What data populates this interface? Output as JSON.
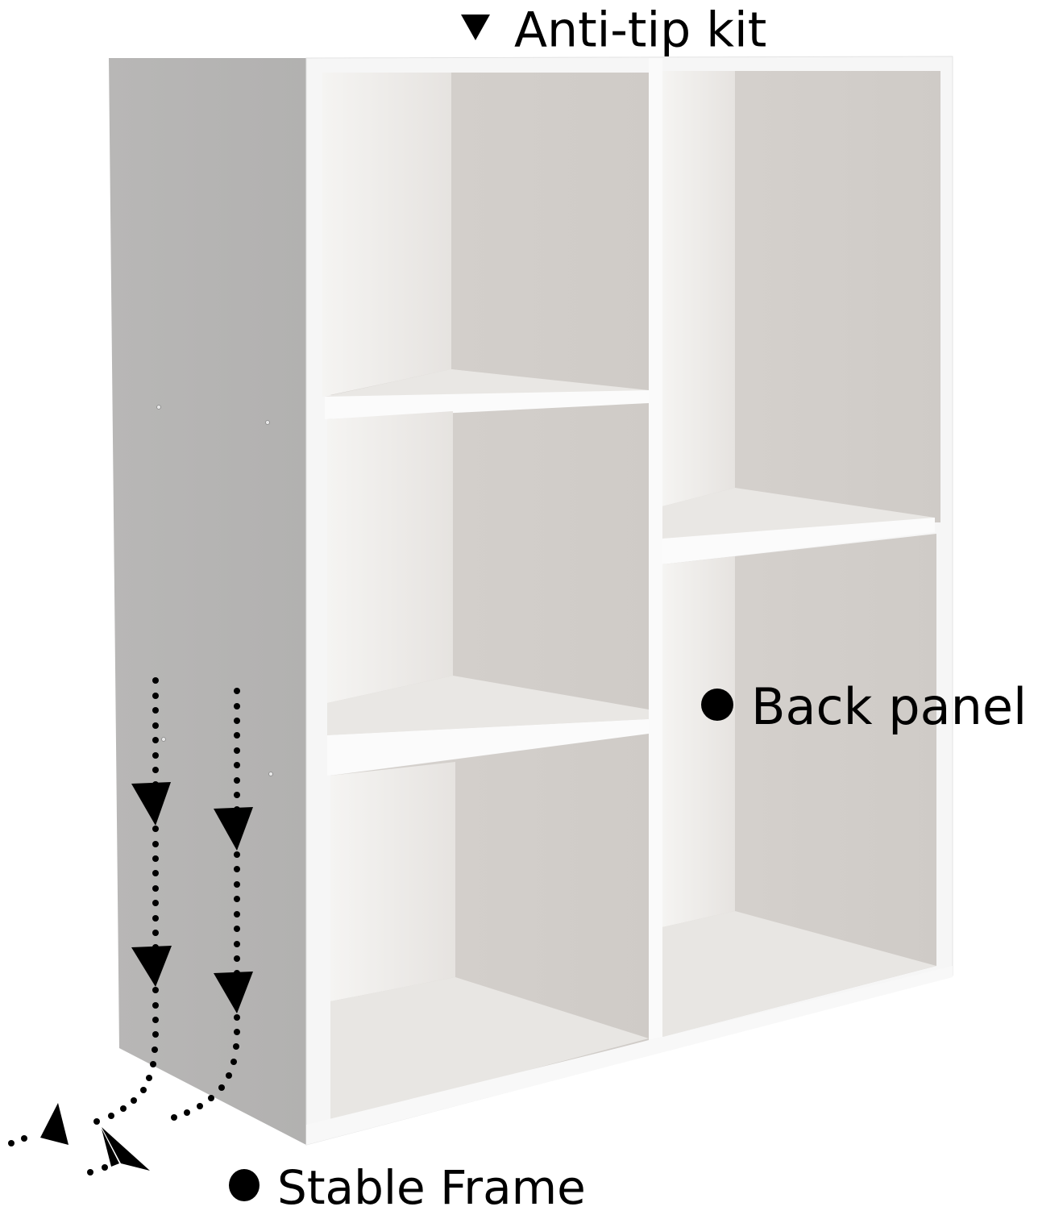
{
  "labels": {
    "anti_tip": {
      "text": "Anti-tip kit",
      "marker": "down-triangle"
    },
    "back_panel": {
      "text": "Back panel",
      "marker": "filled-circle"
    },
    "stable_frame": {
      "text": "Stable Frame",
      "marker": "filled-circle"
    }
  },
  "product": {
    "type": "cube bookshelf",
    "cubbies_left_column": 3,
    "cubbies_right_column": 2,
    "total_cubbies": 5
  },
  "colors": {
    "side_panel": "#b5b4b3",
    "frame": "#f6f6f6",
    "interior_back": "#d4d0cc",
    "interior_side": "#ebe9e6",
    "shelf_top": "#e9e7e4",
    "arrow": "#000000"
  },
  "annotations": {
    "dotted_arrows": 2,
    "arrow_direction": "down then curving left"
  }
}
